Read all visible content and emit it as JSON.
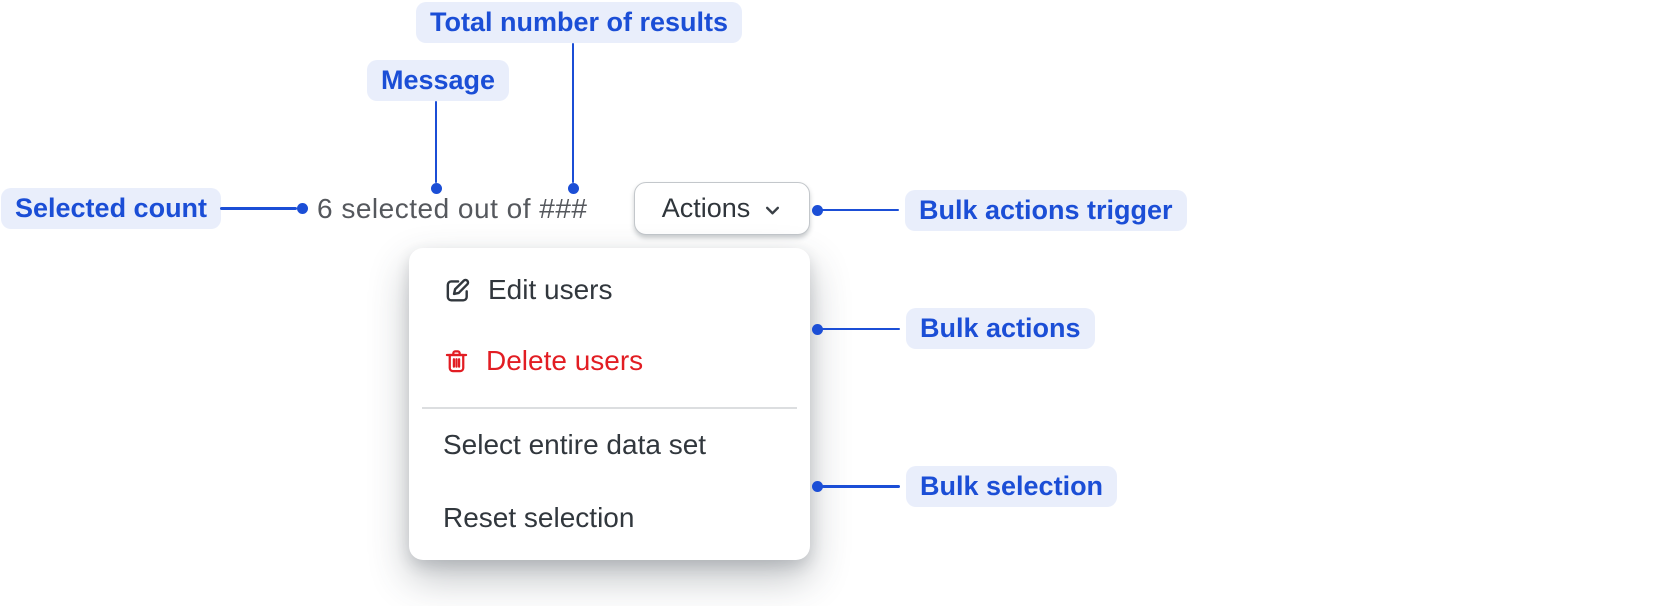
{
  "annotations": {
    "total_results_label": "Total number of results",
    "message_label": "Message",
    "selected_count_label": "Selected count",
    "bulk_actions_trigger_label": "Bulk actions trigger",
    "bulk_actions_label": "Bulk actions",
    "bulk_selection_label": "Bulk selection"
  },
  "bulk_bar": {
    "selection_message": "6 selected out of ###",
    "actions_button_label": "Actions",
    "actions_button_icon": "chevron-down-icon"
  },
  "menu": {
    "items": [
      {
        "label": "Edit users",
        "icon": "edit-icon",
        "style": "default"
      },
      {
        "label": "Delete users",
        "icon": "trash-icon",
        "style": "danger"
      },
      {
        "label": "Select entire data set",
        "icon": "",
        "style": "default"
      },
      {
        "label": "Reset selection",
        "icon": "",
        "style": "default"
      }
    ]
  },
  "colors": {
    "annotation_blue": "#1b4ed6",
    "annotation_pill_bg": "#e9eefb",
    "danger_red": "#e21d23",
    "menu_text": "#31373d",
    "muted_message_gray": "#55585d"
  }
}
